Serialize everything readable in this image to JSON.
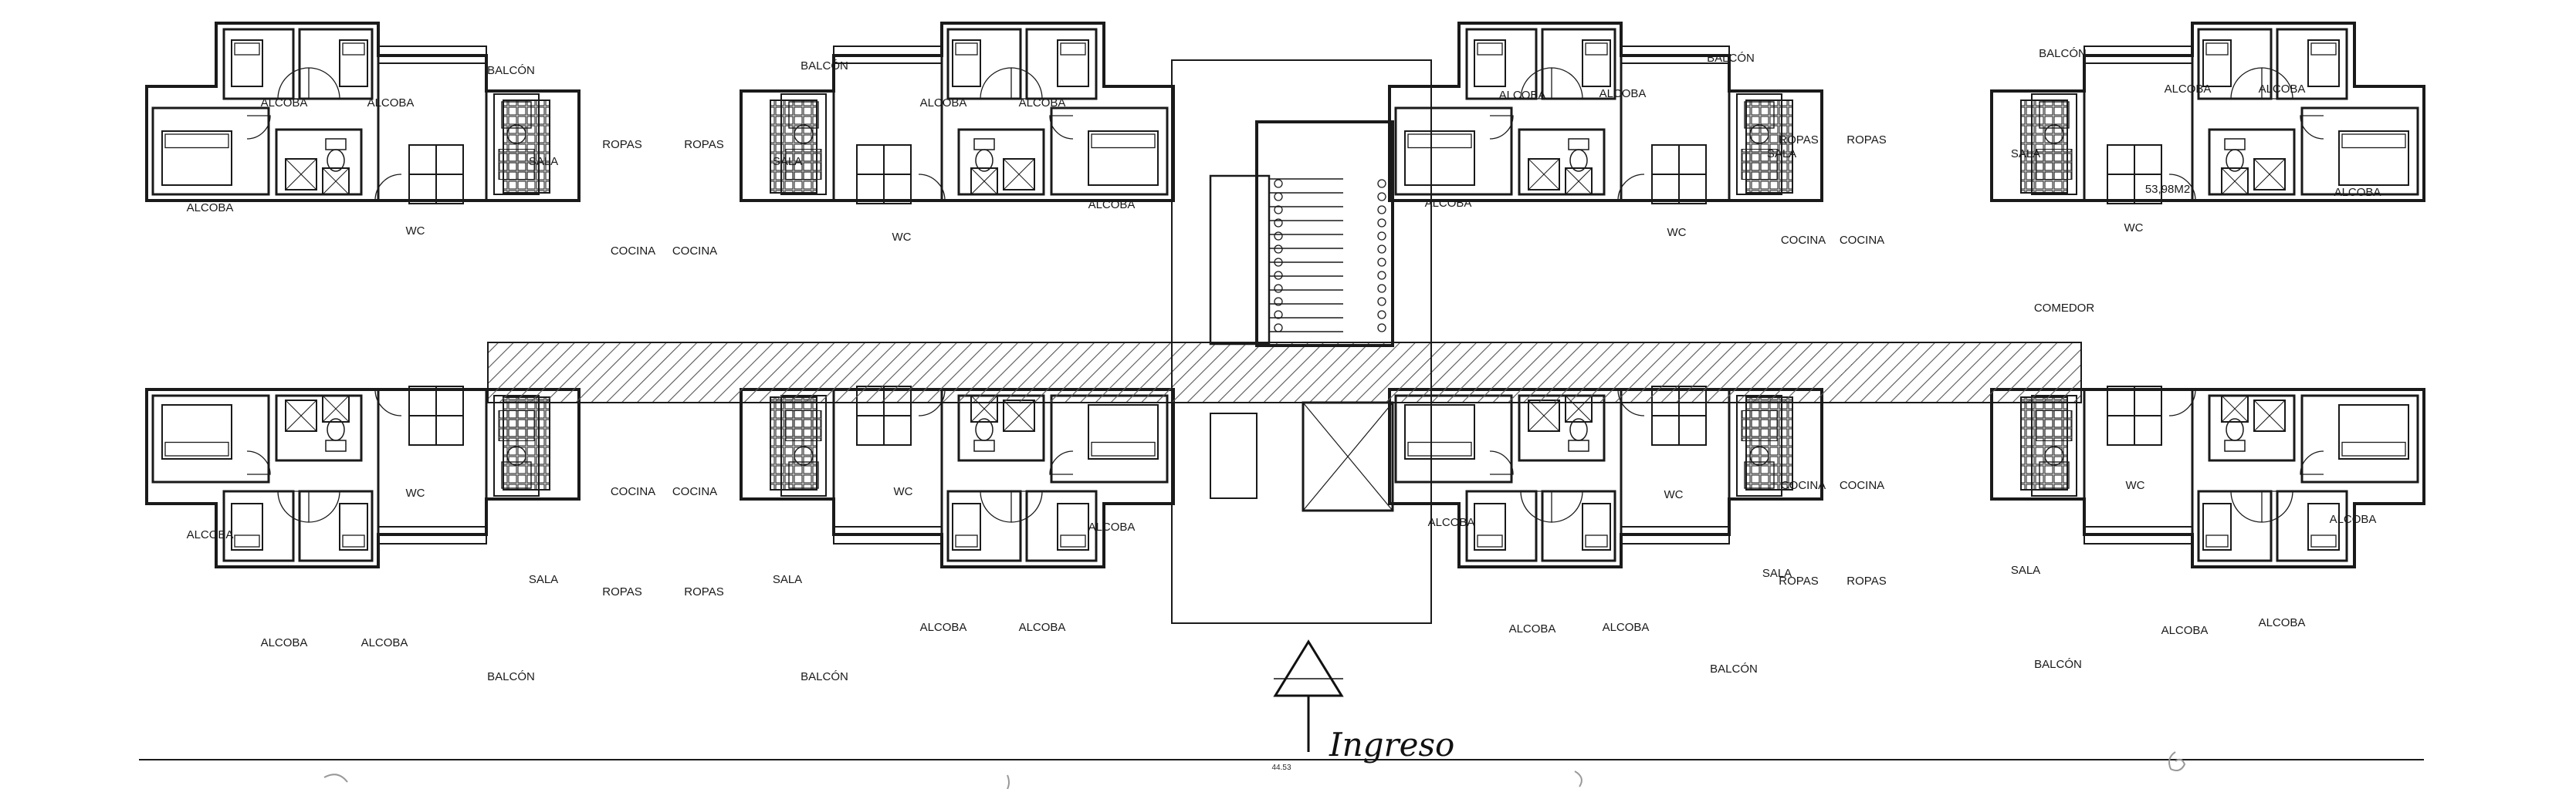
{
  "labels": {
    "alcoba": "ALCOBA",
    "sala": "SALA",
    "cocina": "COCINA",
    "ropas": "ROPAS",
    "balcon": "BALCÓN",
    "wc": "WC",
    "comedor": "COMEDOR",
    "area": "53,98M2",
    "ingreso": "Ingreso",
    "overall": "44.53"
  },
  "colors": {
    "ink": "#1a1a1a",
    "hatch": "#555555",
    "paper": "#ffffff"
  }
}
